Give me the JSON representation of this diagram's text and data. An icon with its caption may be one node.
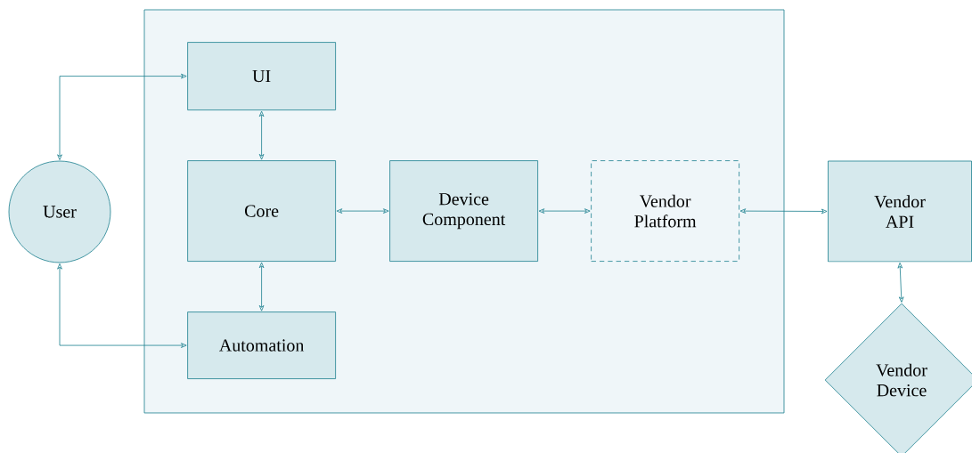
{
  "diagram": {
    "nodes": [
      {
        "text": [],
        "shape": "box"
      },
      {
        "text": [
          "UI"
        ],
        "in": 0
      },
      {
        "text": [
          "Core"
        ],
        "in": 0
      },
      {
        "text": [
          "Device Component"
        ],
        "in": 0
      },
      {
        "text": [
          "Vendor Platform"
        ],
        "in": 0
      },
      {
        "text": [
          "Automation"
        ],
        "in": 0
      },
      {
        "text": [
          "User"
        ]
      },
      {
        "text": [
          "Vendor API"
        ]
      },
      {
        "text": [
          "Vendor Device"
        ]
      }
    ],
    "edges": [
      {
        "from": 6,
        "to": 1,
        "arrow": "both"
      },
      {
        "from": 1,
        "to": 2,
        "arrow": "both"
      },
      {
        "from": 2,
        "to": 3,
        "arrow": "both"
      },
      {
        "from": 3,
        "to": 4,
        "arrow": "both"
      },
      {
        "from": 4,
        "to": 7,
        "arrow": "both"
      },
      {
        "from": 2,
        "to": 5,
        "arrow": "both"
      },
      {
        "from": 6,
        "to": 5,
        "arrow": "both"
      },
      {
        "from": 7,
        "to": 8,
        "arrow": "both"
      }
    ]
  }
}
